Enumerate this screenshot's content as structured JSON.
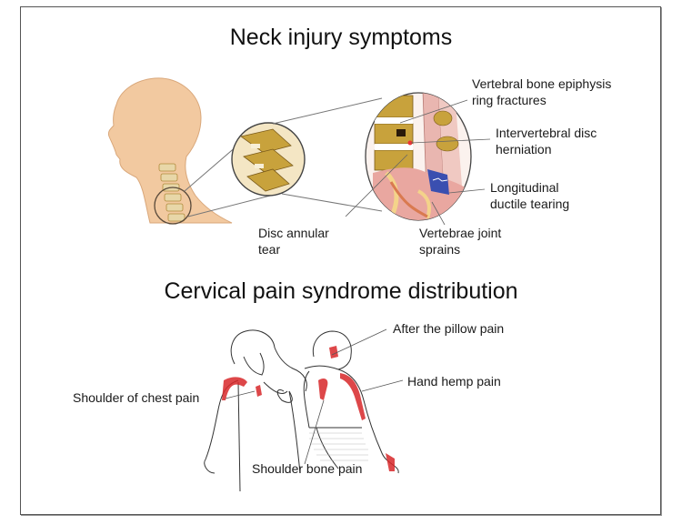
{
  "figure": {
    "title_top": "Neck injury symptoms",
    "title_bottom": "Cervical pain syndrome distribution"
  },
  "neck_injury": {
    "illustration": "head-profile-with-cervical-spine-magnified",
    "labels": {
      "epiphysis_line1": "Vertebral bone epiphysis",
      "epiphysis_line2": "ring fractures",
      "herniation_line1": "Intervertebral disc",
      "herniation_line2": "herniation",
      "ligament_line1": "Longitudinal",
      "ligament_line2": "ductile tearing",
      "annular_line1": "Disc annular",
      "annular_line2": "tear",
      "sprain_line1": "Vertebrae joint",
      "sprain_line2": "sprains"
    }
  },
  "pain_distribution": {
    "illustration": "two-figures-front-and-back-with-red-pain-zones",
    "labels": {
      "pillow": "After the pillow pain",
      "hand_hemp": "Hand hemp pain",
      "chest": "Shoulder of chest pain",
      "shoulder_bone": "Shoulder bone pain"
    }
  },
  "colors": {
    "skin": "#f2c9a0",
    "bone": "#c8a23c",
    "pain": "#d8282a",
    "ligament": "#3a4fb0",
    "tissue": "#e9a7a0",
    "frame": "#555555"
  }
}
